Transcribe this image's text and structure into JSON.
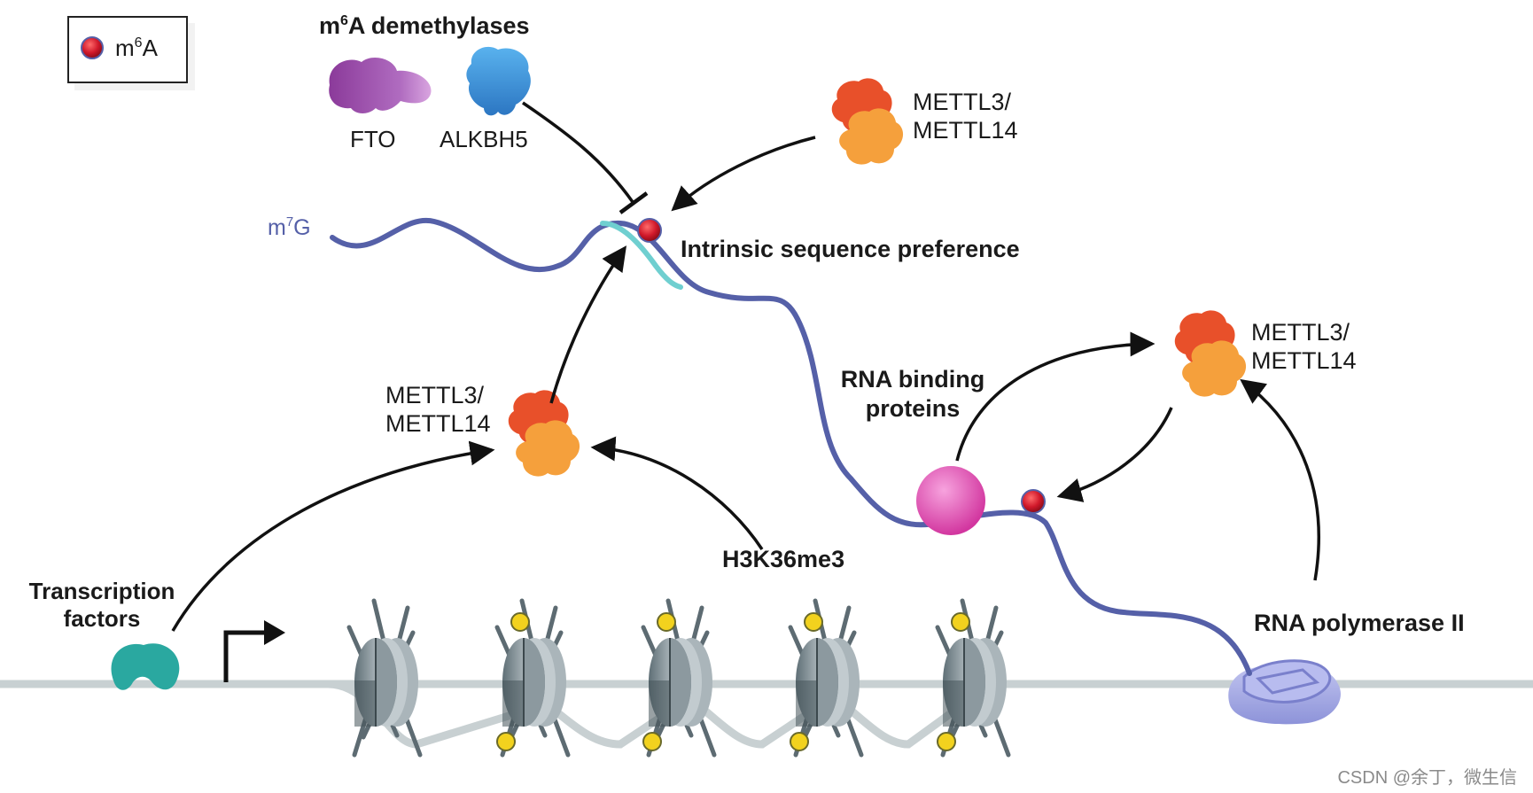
{
  "legend": {
    "symbol_label": "m",
    "symbol_sup": "6",
    "symbol_suffix": "A"
  },
  "demethylases": {
    "title_prefix": "m",
    "title_sup": "6",
    "title_suffix": "A demethylases",
    "fto": "FTO",
    "alkbh5": "ALKBH5"
  },
  "top_writer": {
    "line1": "METTL3/",
    "line2": "METTL14"
  },
  "cap": {
    "prefix": "m",
    "sup": "7",
    "suffix": "G"
  },
  "intrinsic": "Intrinsic sequence preference",
  "left_writer": {
    "line1": "METTL3/",
    "line2": "METTL14"
  },
  "right_writer": {
    "line1": "METTL3/",
    "line2": "METTL14"
  },
  "rbp": {
    "line1": "RNA binding",
    "line2": "proteins"
  },
  "histone_mark": "H3K36me3",
  "tf": {
    "line1": "Transcription",
    "line2": "factors"
  },
  "polymerase": "RNA polymerase II",
  "watermark": "CSDN @余丁，微生信",
  "colors": {
    "rna": "#5560a8",
    "rna_highlight": "#6fcfd0",
    "m6a_dot": "#d0182a",
    "writer_top": "#e8502a",
    "writer_bottom": "#f5a03c",
    "fto": "#a04aa8",
    "alkbh5": "#3c8fd8",
    "rbp": "#e24bb4",
    "tf": "#2aa8a0",
    "pol2": "#a9aee6",
    "dna": "#c8d0d2",
    "nucleosome": "#7d8a90",
    "h3k36me3_mark": "#f2d21e"
  }
}
